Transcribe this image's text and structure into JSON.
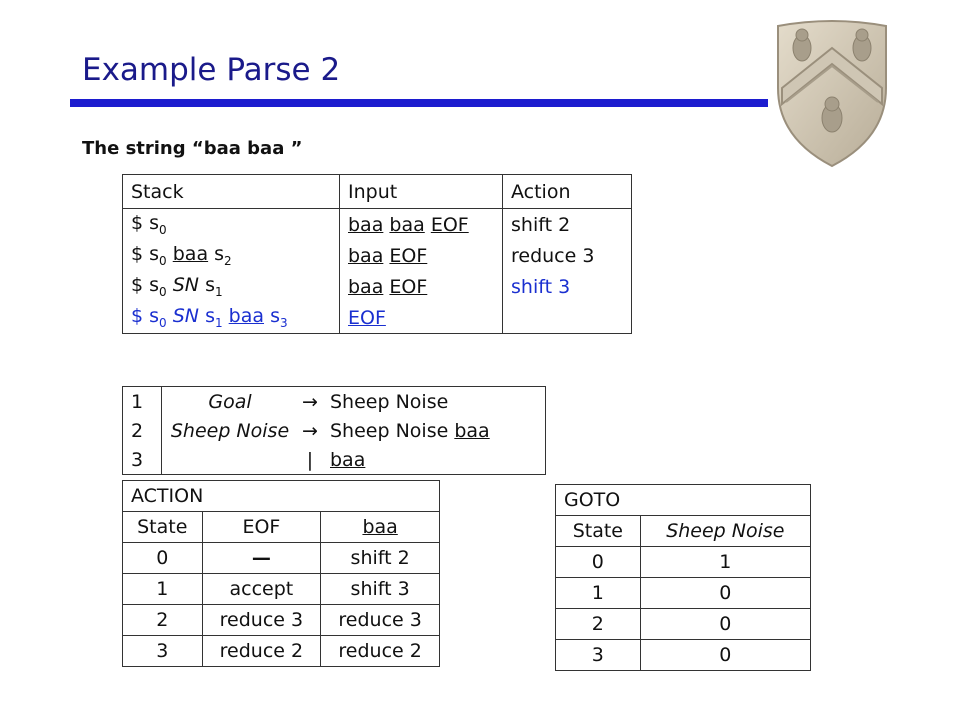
{
  "title": "Example Parse 2",
  "subtitle": "The string “baa baa ”",
  "trace": {
    "headers": [
      "Stack",
      "Input",
      "Action"
    ],
    "rows": [
      {
        "action": "shift 2"
      },
      {
        "action": "reduce 3"
      },
      {
        "action": "shift 3"
      },
      {
        "action": ""
      }
    ],
    "sym_dollar": "$",
    "sym_s": "s",
    "sym_baa": "baa",
    "sym_SN": "SN",
    "sym_EOF": "EOF",
    "sub0": "0",
    "sub1": "1",
    "sub2": "2",
    "sub3": "3"
  },
  "grammar": {
    "rules": [
      {
        "num": "1",
        "lhs": "Goal",
        "arrow": "→",
        "rhs": "Sheep Noise"
      },
      {
        "num": "2",
        "lhs": "Sheep Noise",
        "arrow": "→",
        "rhs": "Sheep Noise ",
        "rhs_term": "baa"
      },
      {
        "num": "3",
        "lhs": "",
        "arrow": "|",
        "rhs": "",
        "rhs_term": "baa"
      }
    ]
  },
  "action_table": {
    "caption": "ACTION",
    "headers": [
      "State",
      "EOF",
      "baa"
    ],
    "rows": [
      [
        "0",
        "—",
        "shift 2"
      ],
      [
        "1",
        "accept",
        "shift 3"
      ],
      [
        "2",
        "reduce 3",
        "reduce 3"
      ],
      [
        "3",
        "reduce 2",
        "reduce 2"
      ]
    ]
  },
  "goto_table": {
    "caption": "GOTO",
    "headers": [
      "State",
      "Sheep Noise"
    ],
    "rows": [
      [
        "0",
        "1"
      ],
      [
        "1",
        "0"
      ],
      [
        "2",
        "0"
      ],
      [
        "3",
        "0"
      ]
    ]
  },
  "colors": {
    "title": "#1a1a8a",
    "rule": "#1c1ccf",
    "highlight": "#1a2fd0"
  },
  "icons": {
    "crest": "university-crest-icon"
  }
}
